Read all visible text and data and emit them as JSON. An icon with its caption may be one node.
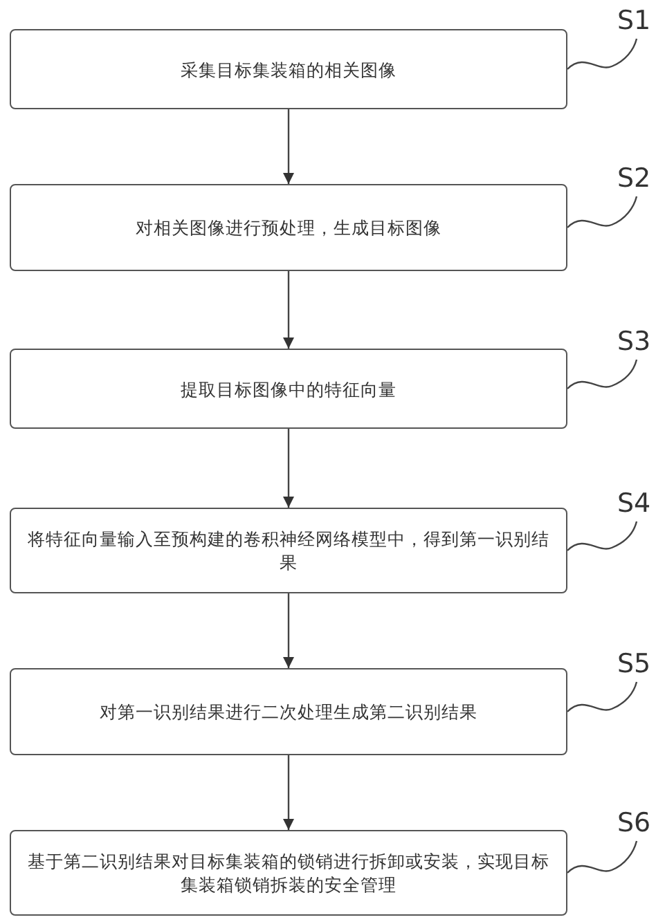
{
  "diagram": {
    "nodes": [
      {
        "text": [
          "采集目标集装箱的相关图像"
        ]
      },
      {
        "text": [
          "对相关图像进行预处理，生成目标图像"
        ]
      },
      {
        "text": [
          "提取目标图像中的特征向量"
        ]
      },
      {
        "text": [
          "将特征向量输入至预构建的卷积神经网络模型中，得到第一识别结果"
        ]
      },
      {
        "text": [
          "对第一识别结果进行二次处理生成第二识别结果"
        ]
      },
      {
        "text": [
          "基于第二识别结果对目标集装箱的锁销进行拆卸或安装，实现目标集装箱锁销拆装的安全管理"
        ]
      },
      {
        "text": [
          "S1"
        ]
      },
      {
        "text": [
          "S2"
        ]
      },
      {
        "text": [
          "S3"
        ]
      },
      {
        "text": [
          "S4"
        ]
      },
      {
        "text": [
          "S5"
        ]
      },
      {
        "text": [
          "S6"
        ]
      }
    ],
    "edges": [
      {
        "from": 0,
        "to": 1,
        "arrow": "to"
      },
      {
        "from": 1,
        "to": 2,
        "arrow": "to"
      },
      {
        "from": 2,
        "to": 3,
        "arrow": "to"
      },
      {
        "from": 3,
        "to": 4,
        "arrow": "to"
      },
      {
        "from": 4,
        "to": 5,
        "arrow": "to"
      },
      {
        "from": 6,
        "to": 0,
        "arrow": "none"
      },
      {
        "from": 7,
        "to": 1,
        "arrow": "none"
      },
      {
        "from": 8,
        "to": 2,
        "arrow": "none"
      },
      {
        "from": 9,
        "to": 3,
        "arrow": "none"
      },
      {
        "from": 10,
        "to": 4,
        "arrow": "none"
      },
      {
        "from": 11,
        "to": 5,
        "arrow": "none"
      }
    ]
  }
}
